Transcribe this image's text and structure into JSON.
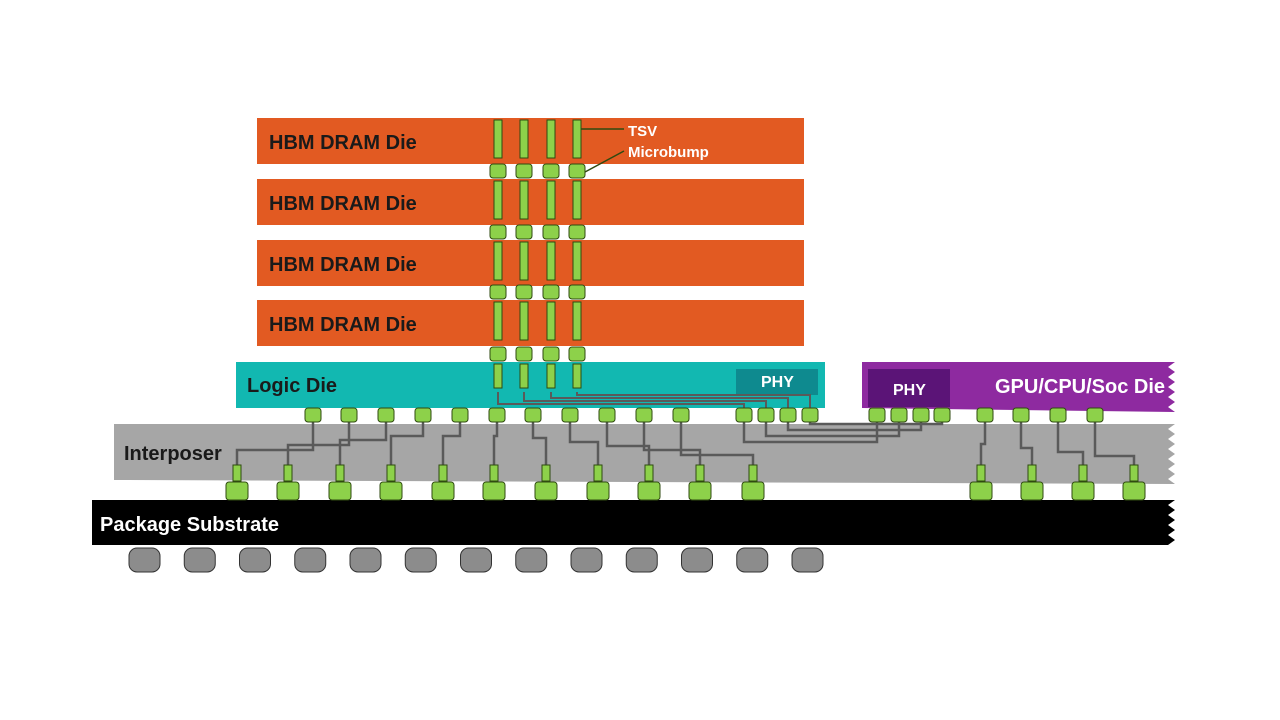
{
  "labels": {
    "dram_dies": [
      "HBM DRAM Die",
      "HBM DRAM Die",
      "HBM DRAM Die",
      "HBM DRAM Die"
    ],
    "tsv": "TSV",
    "microbump": "Microbump",
    "logic_die": "Logic Die",
    "logic_phy": "PHY",
    "soc_phy": "PHY",
    "soc_die": "GPU/CPU/Soc Die",
    "interposer": "Interposer",
    "package_substrate": "Package Substrate"
  },
  "colors": {
    "dram": "#e25a22",
    "logic": "#12b8b1",
    "logic_phy": "#0e8a8f",
    "soc": "#8e2aa0",
    "soc_phy": "#5b1477",
    "interposer": "#a6a6a6",
    "substrate": "#000000",
    "bump": "#8dd14a",
    "bump_stroke": "#2f4a10",
    "ball": "#8c8c8c",
    "wire": "#5a5a5a"
  }
}
